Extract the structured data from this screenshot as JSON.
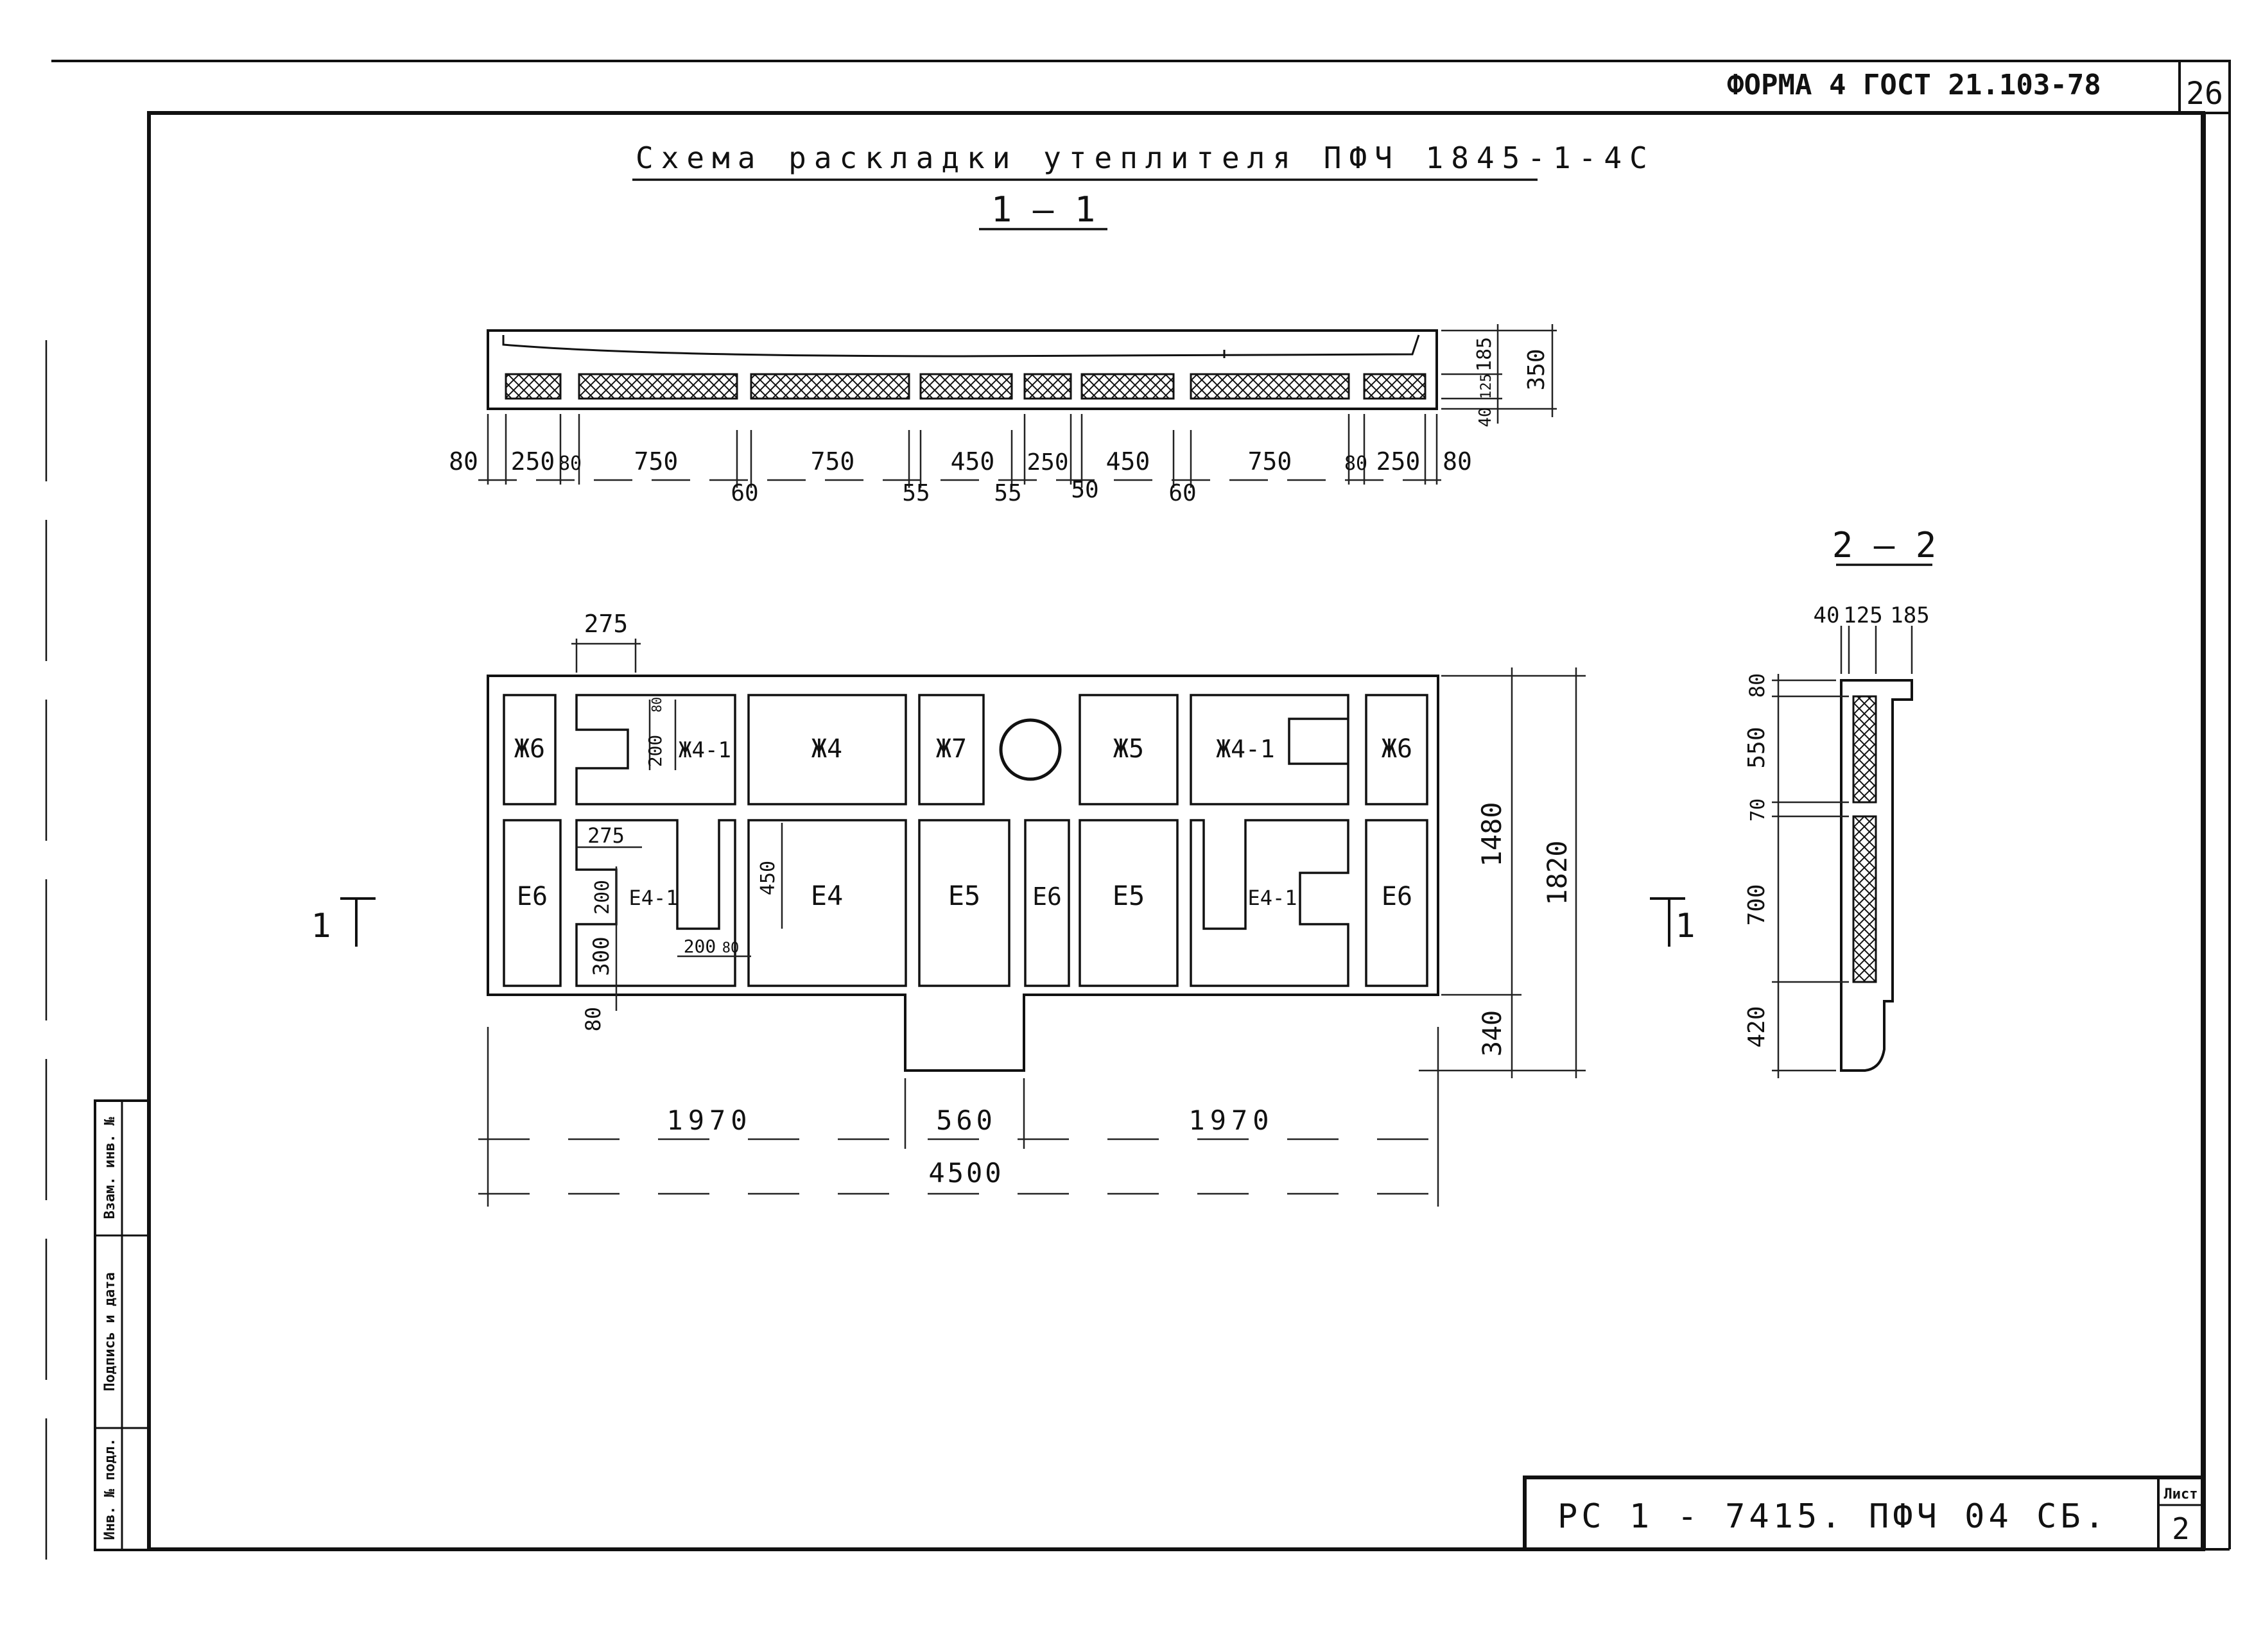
{
  "header": {
    "form": "ФОРМА 4 ГОСТ 21.103-78",
    "page_number": "26"
  },
  "title": {
    "main": "Схема раскладки утеплителя ПФЧ 1845-1-4С"
  },
  "section_1": {
    "label": "1 – 1",
    "bottom_dims": [
      "80",
      "250",
      "80",
      "750",
      "750",
      "450",
      "250",
      "450",
      "750",
      "80",
      "250",
      "80"
    ],
    "bottom_dims_low": [
      "60",
      "55",
      "55",
      "50",
      "60"
    ],
    "right_dims": [
      "185",
      "125",
      "40",
      "350"
    ]
  },
  "plan": {
    "top_dim": "275",
    "cells": [
      "Ж6",
      "Ж4-1",
      "Ж4",
      "Ж7",
      "Ж5",
      "Ж4-1",
      "Ж6",
      "Е6",
      "Е4-1",
      "Е4",
      "Е5",
      "Е6",
      "Е5",
      "Е4-1",
      "Е6"
    ],
    "inner_dims": [
      "200",
      "80",
      "275",
      "200",
      "300",
      "450",
      "200",
      "80"
    ],
    "left_dim": "80",
    "right_dims": [
      "1480",
      "1820",
      "340"
    ],
    "bottom_dims": [
      "1970",
      "560",
      "1970",
      "4500"
    ],
    "cut_marks": [
      "1",
      "1"
    ]
  },
  "section_2": {
    "label": "2 – 2",
    "top_dims": [
      "40",
      "125",
      "185"
    ],
    "side_dims": [
      "80",
      "550",
      "70",
      "700",
      "420"
    ]
  },
  "side_stamp": [
    "Инв. № подл.",
    "Подпись и дата",
    "Взам. инв. №"
  ],
  "title_block": {
    "code": "РС 1 - 7415. ПФЧ 04 СБ.",
    "sheet_label": "Лист",
    "sheet_number": "2"
  }
}
